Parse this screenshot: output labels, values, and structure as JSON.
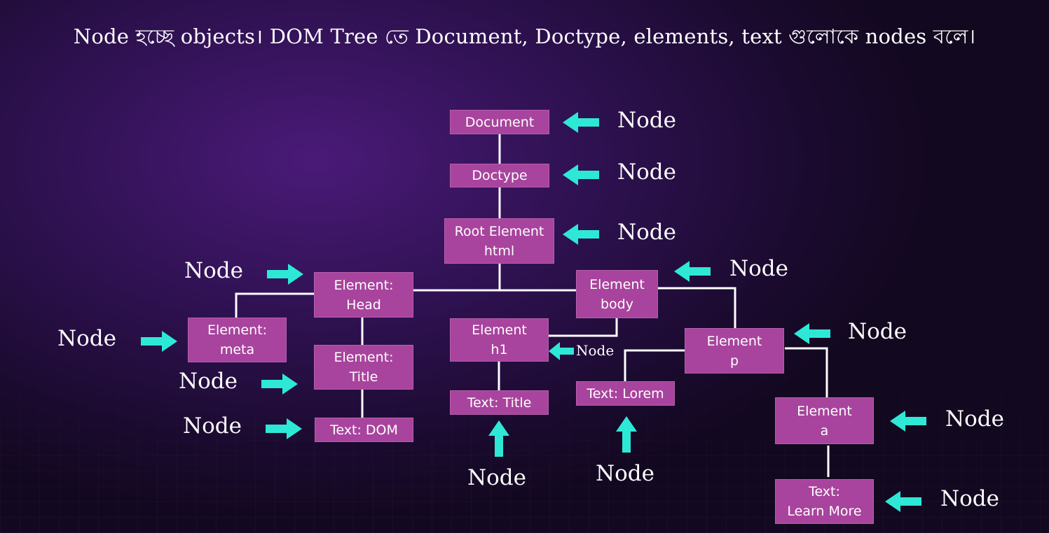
{
  "heading": "Node হচ্ছে objects। DOM Tree তে  Document, Doctype, elements, text গুলোকে nodes বলে।",
  "colors": {
    "box": "#a8449d",
    "arrow": "#2ee8d6",
    "line": "#ffffff"
  },
  "nodes": {
    "document": [
      "Document"
    ],
    "doctype": [
      "Doctype"
    ],
    "root": [
      "Root Element",
      "html"
    ],
    "head": [
      "Element:",
      "Head"
    ],
    "body": [
      "Element",
      "body"
    ],
    "meta": [
      "Element:",
      "meta"
    ],
    "title_el": [
      "Element:",
      "Title"
    ],
    "text_dom": [
      "Text: DOM"
    ],
    "h1": [
      "Element",
      "h1"
    ],
    "text_title": [
      "Text: Title"
    ],
    "p": [
      "Element",
      "p"
    ],
    "text_lorem": [
      "Text: Lorem"
    ],
    "a": [
      "Element",
      "a"
    ],
    "text_learn": [
      "Text:",
      "Learn More"
    ]
  },
  "labels": {
    "document": "Node",
    "doctype": "Node",
    "root": "Node",
    "head": "Node",
    "body": "Node",
    "meta": "Node",
    "title_el": "Node",
    "text_dom": "Node",
    "h1": "Node",
    "text_title": "Node",
    "p": "Node",
    "text_lorem": "Node",
    "a": "Node",
    "text_learn": "Node"
  }
}
